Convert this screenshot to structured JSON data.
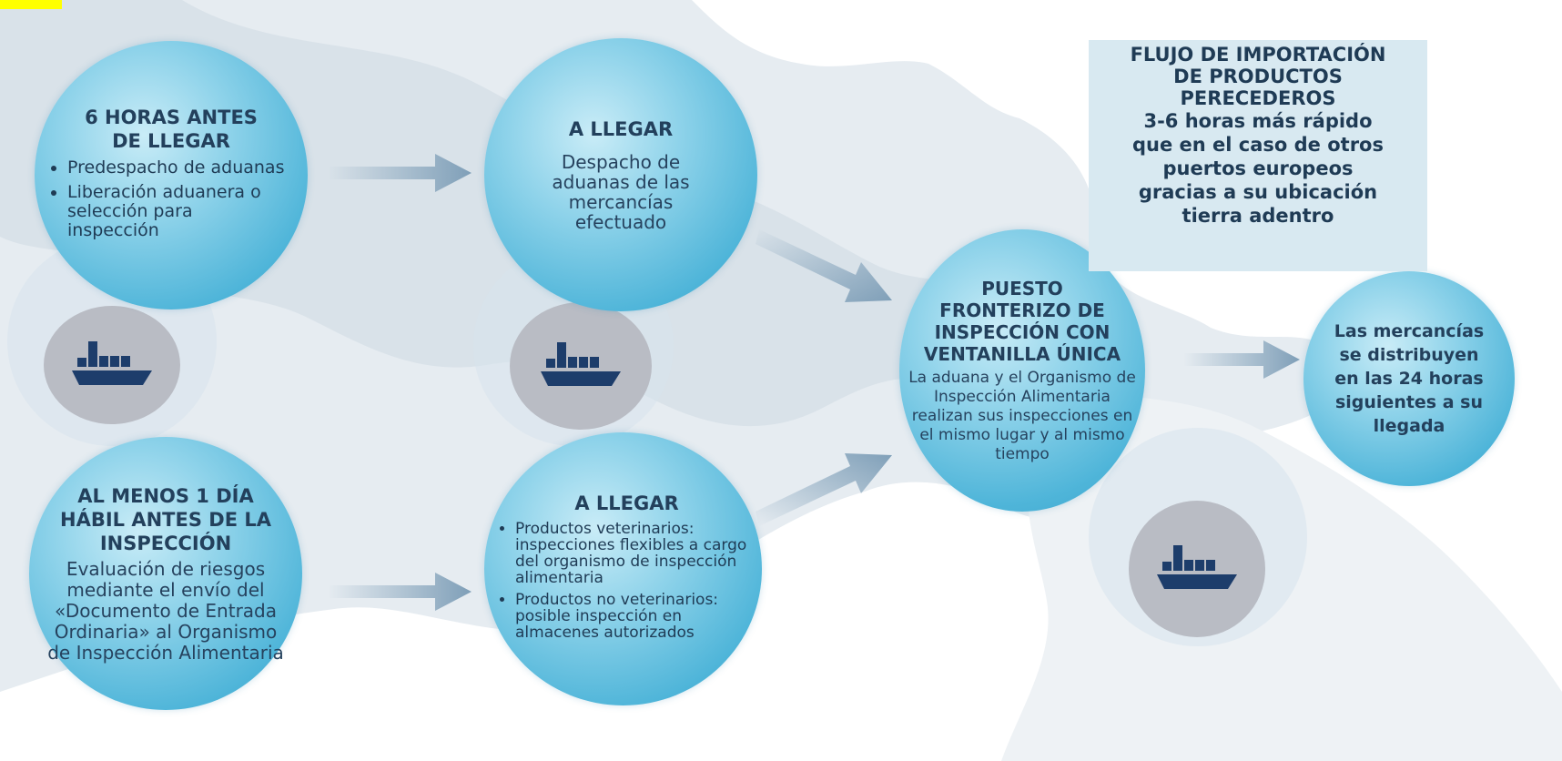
{
  "title": {
    "line1": "FLUJO DE IMPORTACIÓN",
    "line2": "DE PRODUCTOS",
    "line3": "PERECEDEROS"
  },
  "highlight": {
    "line1": "3-6 horas más rápido",
    "line2": "que en el caso de otros",
    "line3": "puertos europeos",
    "line4": "gracias a su ubicación",
    "line5": "tierra adentro"
  },
  "steps": {
    "six_hours": {
      "title_line1": "6 HORAS ANTES",
      "title_line2": "DE LLEGAR",
      "bullet1": "Predespacho de aduanas",
      "bullet2": "Liberación aduanera o selección para inspección"
    },
    "one_day": {
      "title_line1": "AL MENOS 1 DÍA",
      "title_line2": "HÁBIL ANTES DE LA",
      "title_line3": "INSPECCIÓN",
      "body": "Evaluación de riesgos mediante el envío del «Documento de Entrada Ordinaria» al Organismo de Inspección Alimentaria"
    },
    "arrival_top": {
      "title": "A LLEGAR",
      "body": "Despacho de aduanas de las mercancías efectuado"
    },
    "arrival_bottom": {
      "title": "A LLEGAR",
      "bullet1": "Productos veterinarios: inspecciones flexibles a cargo del organismo de inspección alimentaria",
      "bullet2": "Productos no veterinarios: posible inspección en almacenes autorizados"
    },
    "border_post": {
      "title_line1": "PUESTO",
      "title_line2": "FRONTERIZO DE",
      "title_line3": "INSPECCIÓN CON",
      "title_line4": "VENTANILLA ÚNICA",
      "body": "La aduana y el Organismo de Inspección Alimentaria realizan sus inspecciones en el mismo lugar y al mismo tiempo"
    },
    "distribution": {
      "body": "Las mercancías se distribuyen en las 24 horas siguientes a su llegada"
    }
  },
  "icons": {
    "ship": "cargo-ship-icon",
    "arrow": "arrow-right-icon"
  },
  "colors": {
    "circle": "#4fb5d9",
    "arrow": "#7f9fb8",
    "ship": "#1d3d6b",
    "ship_disc": "#b9bcc4",
    "text": "#23405c",
    "map": "#dfe6ec",
    "highlight_box": "#d8e9f1"
  }
}
